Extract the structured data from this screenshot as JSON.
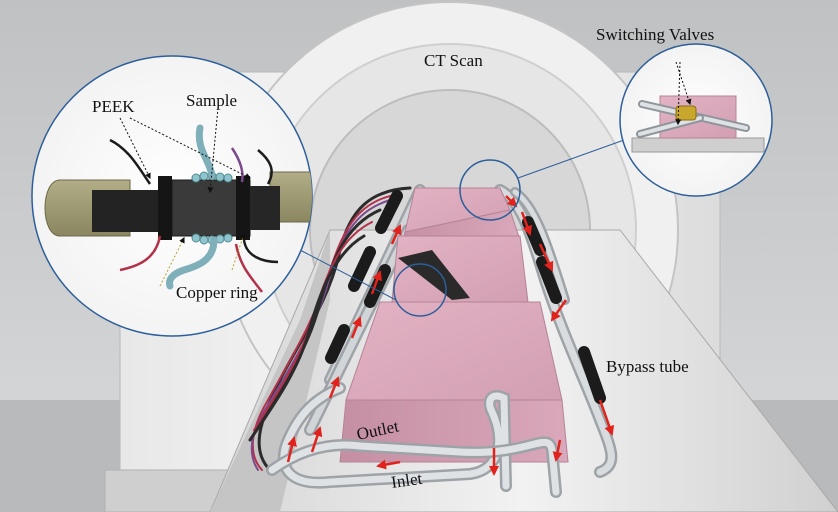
{
  "labels": {
    "ct_scan": "CT Scan",
    "switching_valves": "Switching Valves",
    "peek": "PEEK",
    "sample": "Sample",
    "copper_ring": "Copper ring",
    "bypass_tube": "Bypass tube",
    "outlet": "Outlet",
    "inlet": "Inlet"
  },
  "colors": {
    "background_wall": "#c9cacb",
    "floor": "#b8b9ba",
    "gantry": "#ececec",
    "insulation_box": "#d8a7b8",
    "tube": "#bfc3c7",
    "flow_arrow": "#e0231c",
    "zoom_outline": "#2d5f9a",
    "peek_part": "#2b2b2b",
    "end_cap": "#9c9872",
    "copper_ring": "#7fb0ba",
    "annotation_arrow": "#b8a12a"
  },
  "icons": {
    "flow_direction": "red-arrow-icon",
    "annotation_pointer": "dotted-arrow-icon"
  }
}
